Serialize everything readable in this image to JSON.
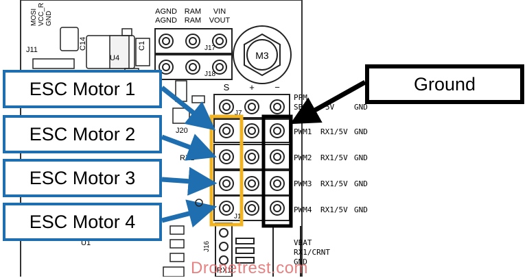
{
  "callouts": [
    "ESC Motor 1",
    "ESC Motor 2",
    "ESC Motor 3",
    "ESC Motor 4"
  ],
  "ground_label": "Ground",
  "watermark": "Dronetrest.com",
  "board": {
    "top_left_labels": [
      "MOSI",
      "VCC_R",
      "GND"
    ],
    "power_labels": [
      [
        "AGND",
        "AGND"
      ],
      [
        "RAM",
        "RAM"
      ],
      [
        "VIN",
        "VOUT"
      ]
    ],
    "mount_label": "M3",
    "header_labels": [
      "S",
      "+",
      "−"
    ],
    "ppm_label": "PPM",
    "sbus_label": "SBUS",
    "top_row_suffix": "5V",
    "top_row_gnd": "GND",
    "pwm_rows": [
      {
        "pin": "PWM1",
        "src": "RX1/5V",
        "gnd": "GND"
      },
      {
        "pin": "PWM2",
        "src": "RX1/5V",
        "gnd": "GND"
      },
      {
        "pin": "PWM3",
        "src": "RX1/5V",
        "gnd": "GND"
      },
      {
        "pin": "PWM4",
        "src": "RX1/5V",
        "gnd": "GND"
      }
    ],
    "bottom_labels": [
      "VBAT",
      "RX1/CRNT",
      "GND"
    ],
    "refdes": {
      "j11": "J11",
      "c14": "C14",
      "u4": "U4",
      "c1": "C1",
      "j17": "J17",
      "j18": "J18",
      "j20": "J20",
      "rx1": "RX1",
      "j16": "J16",
      "u1": "U1",
      "j7": "J7",
      "j1": "J1"
    }
  },
  "colors": {
    "callout_border": "#1f6eb0",
    "arrow": "#1f6eb0",
    "signal_highlight": "#f0b323",
    "ground_highlight": "#000000",
    "watermark": "#e36c6c"
  }
}
